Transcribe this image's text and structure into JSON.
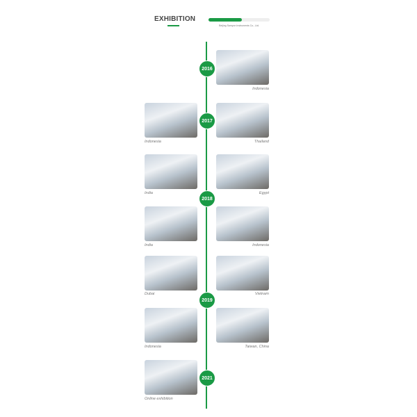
{
  "header": {
    "title": "EXHIBITION",
    "subtitle": "Beijing Samyon Instruments Co., Ltd.",
    "progress_percent": 55,
    "accent": "#1a9a45"
  },
  "years": [
    "2016",
    "2017",
    "2018",
    "2019",
    "2021"
  ],
  "photos": [
    {
      "caption": "Indonesia"
    },
    {
      "caption": "Indonesia"
    },
    {
      "caption": "Thailand"
    },
    {
      "caption": "India"
    },
    {
      "caption": "Egypt"
    },
    {
      "caption": "India"
    },
    {
      "caption": "Indonesia"
    },
    {
      "caption": "Dubai"
    },
    {
      "caption": "Vietnam"
    },
    {
      "caption": "Indonesia"
    },
    {
      "caption": "Taiwan, China"
    },
    {
      "caption": "Online exhibition"
    }
  ]
}
